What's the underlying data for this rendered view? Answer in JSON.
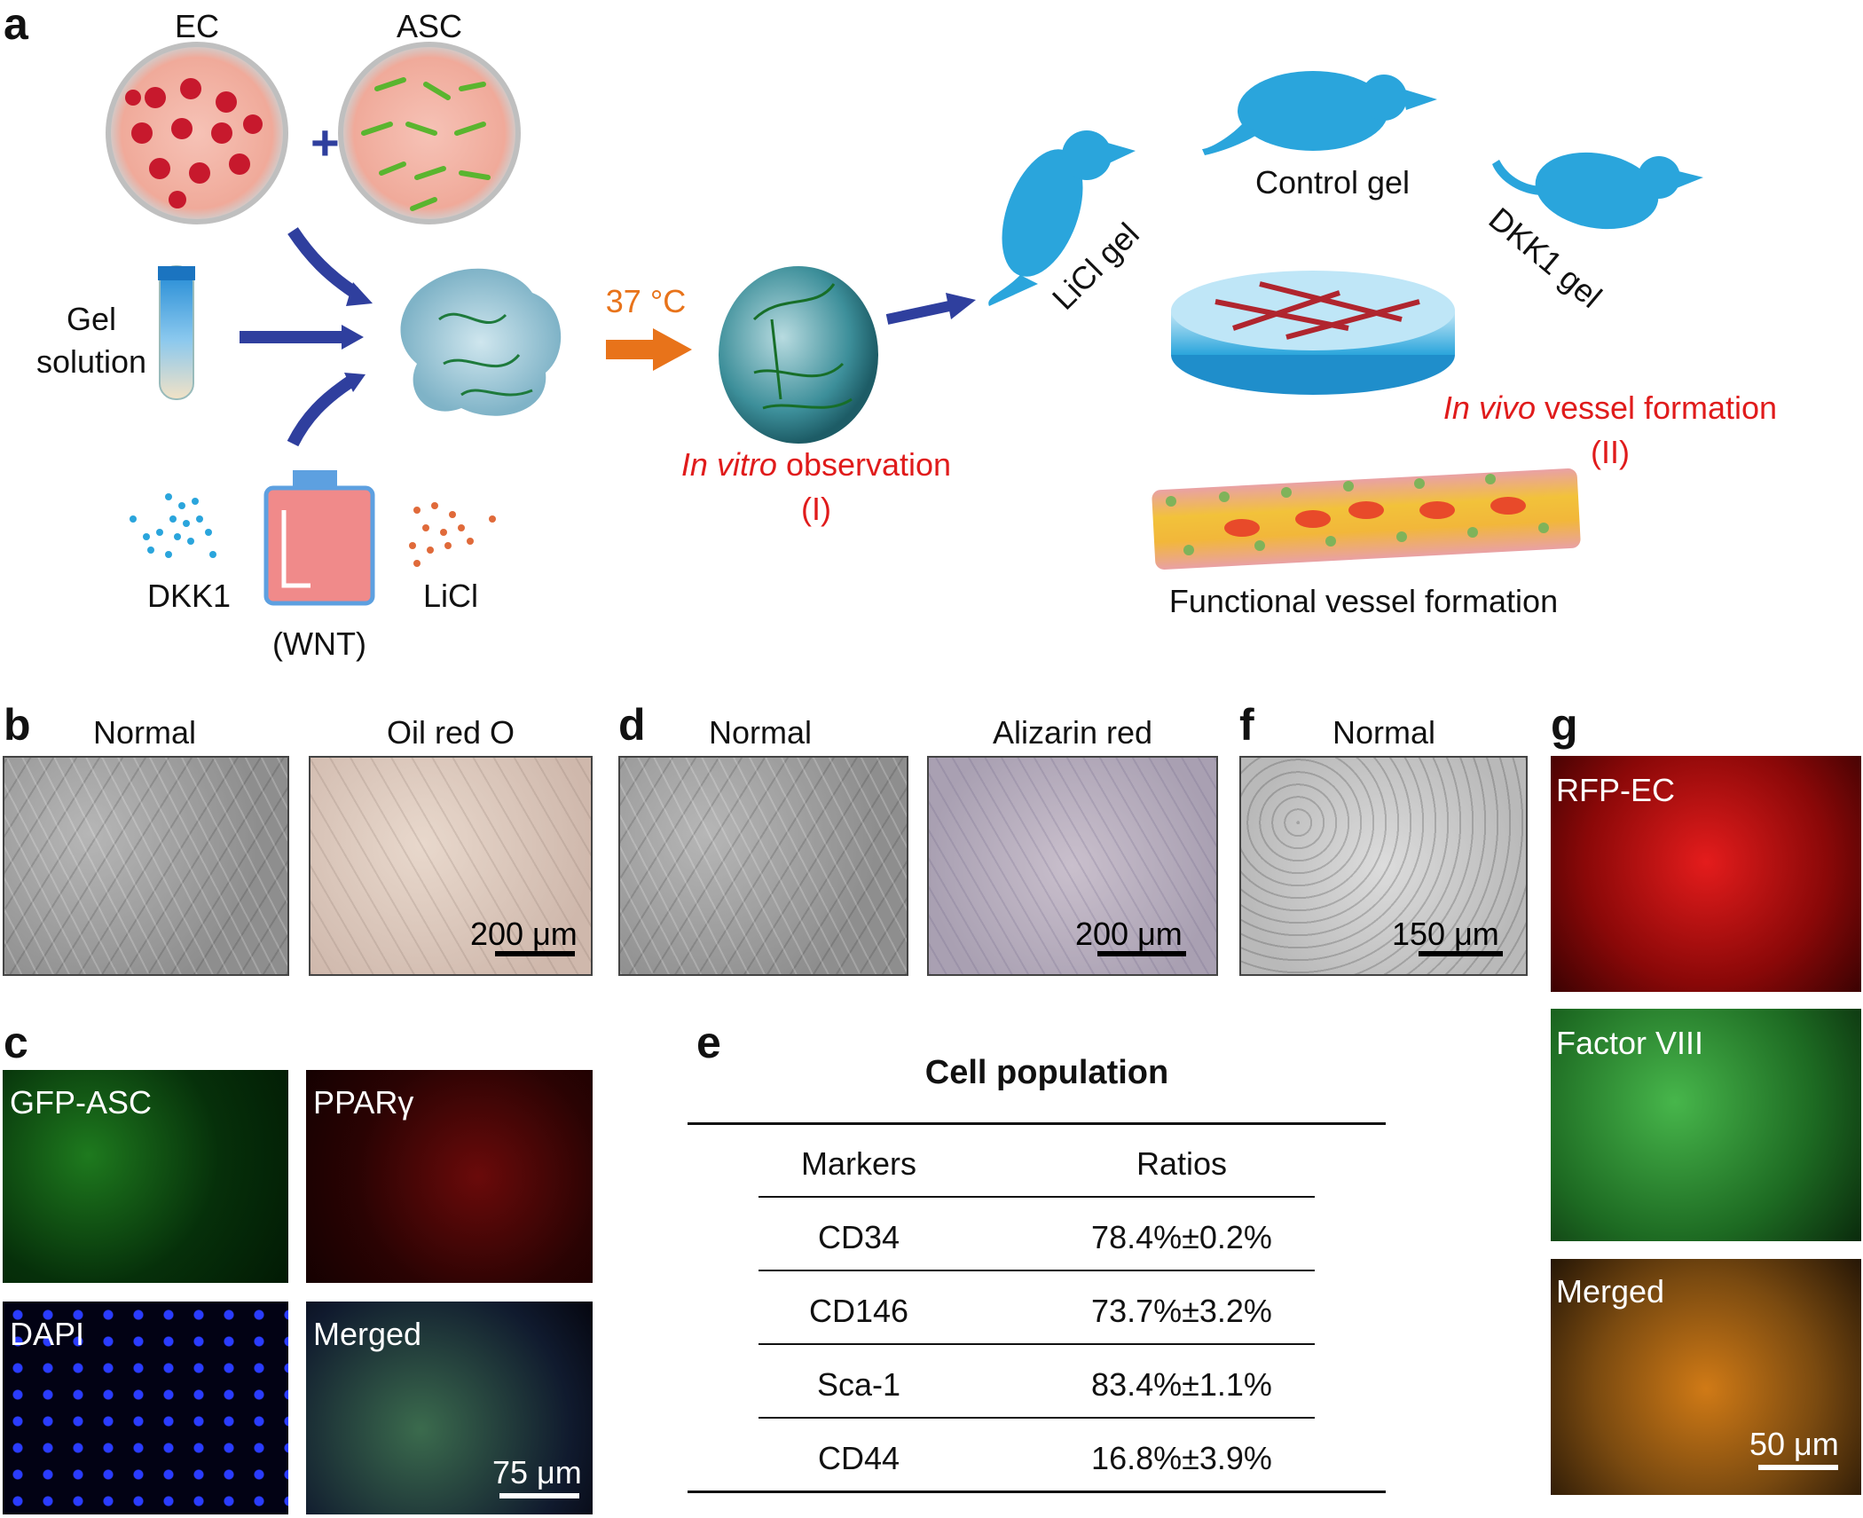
{
  "panel_a": {
    "label": "a",
    "ec": "EC",
    "asc": "ASC",
    "plus": "+",
    "gel_solution_line1": "Gel",
    "gel_solution_line2": "solution",
    "temperature": "37 °C",
    "in_vitro_italic": "In vitro",
    "in_vitro_rest": " observation",
    "in_vitro_num": "(I)",
    "dkk1": "DKK1",
    "wnt": "(WNT)",
    "licl": "LiCl",
    "licl_gel": "LiCl gel",
    "control_gel": "Control gel",
    "dkk1_gel": "DKK1 gel",
    "in_vivo_italic": "In vivo",
    "in_vivo_rest": " vessel formation",
    "in_vivo_num": "(II)",
    "functional": "Functional vessel formation",
    "colors": {
      "mouse": "#2aa5dc",
      "arrow_blue": "#2f3f9e",
      "arrow_orange": "#e8731a",
      "red_text": "#e01b1b"
    }
  },
  "panel_b": {
    "label": "b",
    "normal": "Normal",
    "stain": "Oil red O",
    "scale": "200 μm"
  },
  "panel_d": {
    "label": "d",
    "normal": "Normal",
    "stain": "Alizarin red",
    "scale": "200 μm"
  },
  "panel_f": {
    "label": "f",
    "normal": "Normal",
    "scale": "150 μm"
  },
  "panel_c": {
    "label": "c",
    "gfp": "GFP-ASC",
    "ppar": "PPARγ",
    "dapi": "DAPI",
    "merged": "Merged",
    "scale": "75 μm"
  },
  "panel_g": {
    "label": "g",
    "rfp": "RFP-EC",
    "factor": "Factor VIII",
    "merged": "Merged",
    "scale": "50 μm"
  },
  "panel_e": {
    "label": "e",
    "title": "Cell population",
    "headers": [
      "Markers",
      "Ratios"
    ],
    "rows": [
      {
        "marker": "CD34",
        "ratio": "78.4%±0.2%"
      },
      {
        "marker": "CD146",
        "ratio": "73.7%±3.2%"
      },
      {
        "marker": "Sca-1",
        "ratio": "83.4%±1.1%"
      },
      {
        "marker": "CD44",
        "ratio": "16.8%±3.9%"
      }
    ]
  }
}
